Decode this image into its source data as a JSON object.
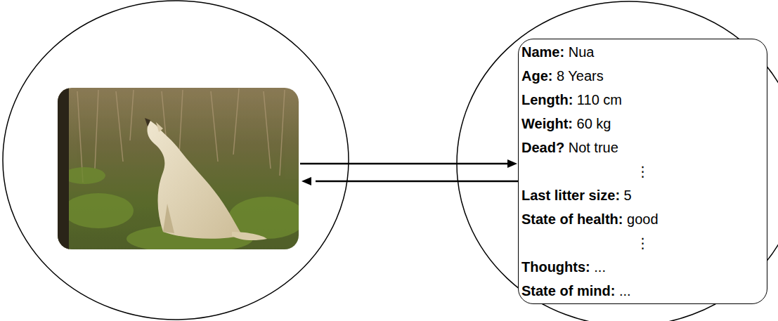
{
  "diagram": {
    "nodes": [
      {
        "text": [
          "Name: Nua",
          "Age: 8 Years",
          "Length: 110 cm",
          "Weight: 60 kg",
          "Dead? Not true",
          "⋮",
          "Last litter size: 5",
          "State of health: good",
          "⋮",
          "Thoughts: ...",
          "State of mind: ..."
        ]
      }
    ]
  }
}
